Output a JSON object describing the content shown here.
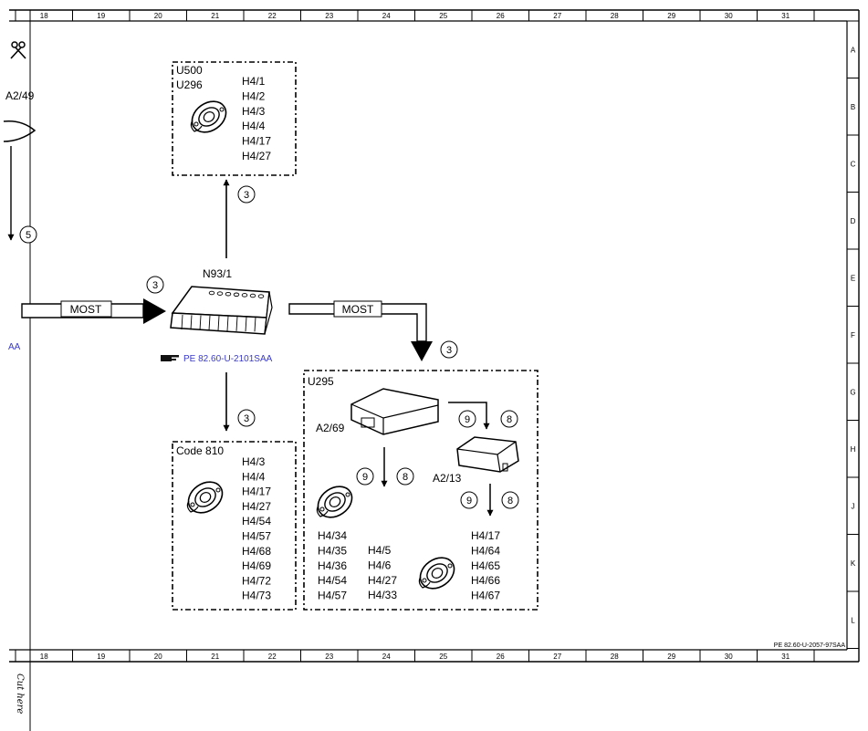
{
  "frame": {
    "columns": [
      "18",
      "19",
      "20",
      "21",
      "22",
      "23",
      "24",
      "25",
      "26",
      "27",
      "28",
      "29",
      "30",
      "31"
    ],
    "rows": [
      "A",
      "B",
      "C",
      "D",
      "E",
      "F",
      "G",
      "H",
      "J",
      "K",
      "L"
    ]
  },
  "left_edge": {
    "ref_label": "A2/49",
    "circle_ref": "5",
    "link_fragment": "AA"
  },
  "top_box": {
    "codes": [
      "U500",
      "U296"
    ],
    "items": [
      "H4/1",
      "H4/2",
      "H4/3",
      "H4/4",
      "H4/17",
      "H4/27"
    ]
  },
  "up_arrow_ref": "3",
  "n93": {
    "label": "N93/1",
    "ref": "PE 82.60-U-2101SAA",
    "in_ref": "3"
  },
  "most_left": "MOST",
  "most_right": "MOST",
  "right_arrow_ref": "3",
  "down_arrow_ref": "3",
  "code_box": {
    "title": "Code 810",
    "items": [
      "H4/3",
      "H4/4",
      "H4/17",
      "H4/27",
      "H4/54",
      "H4/57",
      "H4/68",
      "H4/69",
      "H4/72",
      "H4/73"
    ]
  },
  "u295": {
    "title": "U295",
    "a269": "A2/69",
    "a213": "A2/13",
    "refs": [
      "9",
      "8"
    ],
    "col1": [
      "H4/34",
      "H4/35",
      "H4/36",
      "H4/54",
      "H4/57"
    ],
    "col2": [
      "H4/5",
      "H4/6",
      "H4/27",
      "H4/33"
    ],
    "col3": [
      "H4/17",
      "H4/64",
      "H4/65",
      "H4/66",
      "H4/67"
    ]
  },
  "doc_ref": "PE 82.60-U-2057-97SAA",
  "cut_here": "Cut here"
}
